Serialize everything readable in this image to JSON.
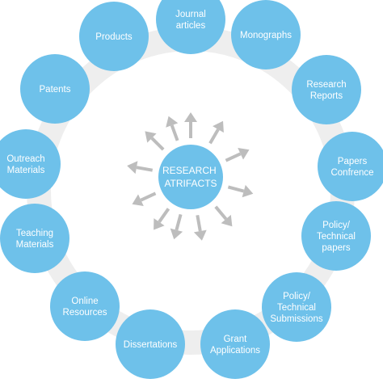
{
  "center": {
    "label_lines": [
      "RESEARCH",
      "ATRIFACTS"
    ]
  },
  "nodes": [
    {
      "id": "journal-articles",
      "lines": [
        "Journal",
        "articles"
      ]
    },
    {
      "id": "monographs",
      "lines": [
        "Monographs"
      ]
    },
    {
      "id": "research-reports",
      "lines": [
        "Research",
        "Reports"
      ]
    },
    {
      "id": "papers-conference",
      "lines": [
        "Papers",
        "Confrence"
      ]
    },
    {
      "id": "policy-technical-papers",
      "lines": [
        "Policy/",
        "Technical",
        "papers"
      ]
    },
    {
      "id": "policy-technical-submissions",
      "lines": [
        "Policy/",
        "Technical",
        "Submissions"
      ]
    },
    {
      "id": "grant-applications",
      "lines": [
        "Grant",
        "Applications"
      ]
    },
    {
      "id": "dissertations",
      "lines": [
        "Dissertations"
      ]
    },
    {
      "id": "online-resources",
      "lines": [
        "Online",
        "Resources"
      ]
    },
    {
      "id": "teaching-materials",
      "lines": [
        "Teaching",
        "Materials"
      ]
    },
    {
      "id": "outreach-materials",
      "lines": [
        "Outreach",
        "Materials"
      ]
    },
    {
      "id": "patents",
      "lines": [
        "Patents"
      ]
    },
    {
      "id": "products",
      "lines": [
        "Products"
      ]
    }
  ],
  "colors": {
    "node_fill": "#6ec1ea",
    "center_fill": "#6ec1ea",
    "ring": "#eeeeee",
    "arrow": "#bdbdbd",
    "text": "#ffffff",
    "background": "#ffffff"
  }
}
